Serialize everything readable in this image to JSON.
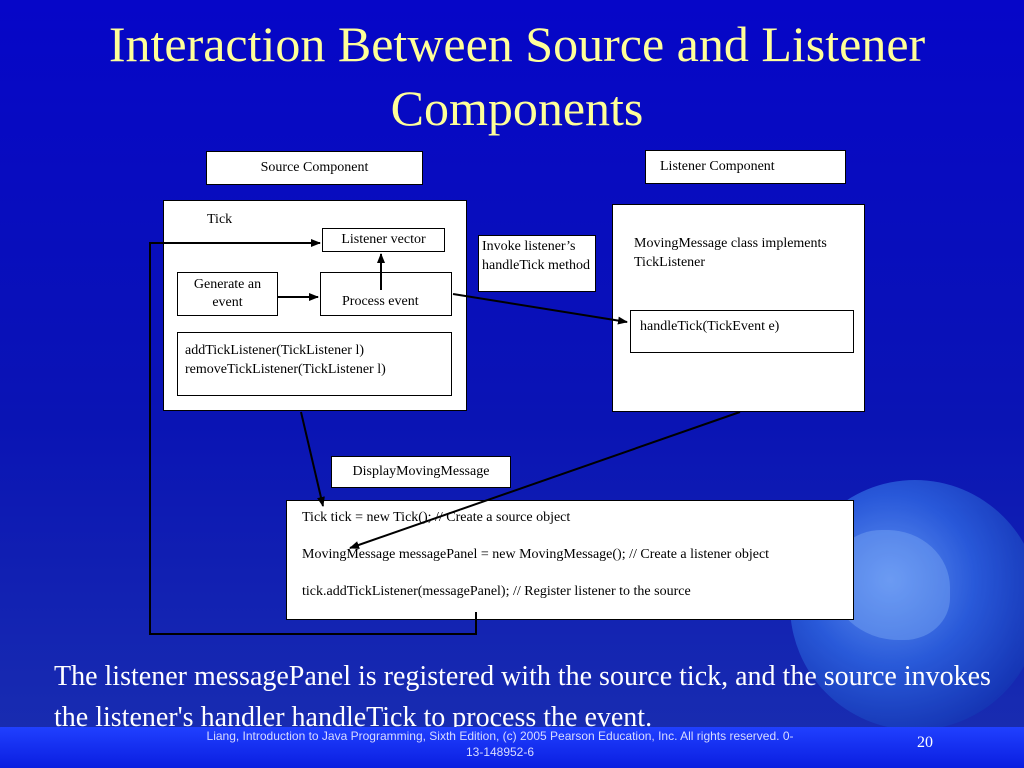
{
  "title": "Interaction Between Source and Listener Components",
  "headers": {
    "source": "Source Component",
    "listener": "Listener Component"
  },
  "source_box": {
    "tick_label": "Tick",
    "listener_vector": "Listener vector",
    "generate_event": "Generate an event",
    "process_event": "Process event",
    "methods": [
      "addTickListener(TickListener l)",
      "removeTickListener(TickListener l)"
    ]
  },
  "invoke_note": "Invoke listener’s handleTick method",
  "listener_box": {
    "class_desc": "MovingMessage class implements TickListener",
    "handler": "handleTick(TickEvent  e)"
  },
  "display_label": "DisplayMovingMessage",
  "code_lines": [
    "Tick tick = new Tick(); // Create a source object",
    "MovingMessage messagePanel = new MovingMessage(); // Create a listener object",
    "tick.addTickListener(messagePanel);  // Register listener to the source"
  ],
  "caption": "The listener messagePanel is registered with the source tick, and the source invokes the listener's handler handleTick to process the event.",
  "footer": "Liang, Introduction to Java Programming, Sixth Edition, (c) 2005 Pearson Education, Inc. All rights reserved. 0-13-148952-6",
  "page_number": "20",
  "colors": {
    "background": "#0606c8",
    "title": "#ffff99",
    "caption": "#ffffff",
    "footer_bar": "#1030f0"
  }
}
